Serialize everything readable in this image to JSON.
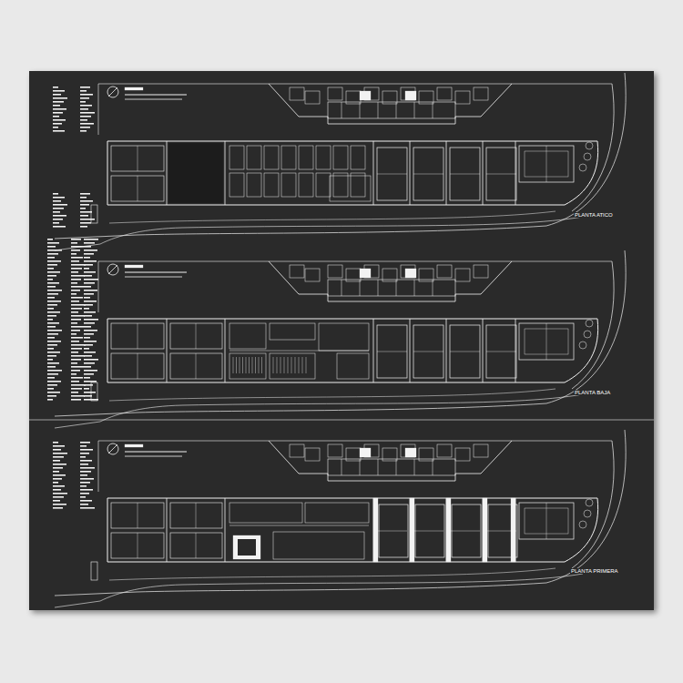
{
  "diagram": {
    "labels": [
      "PLANTA ATICO",
      "PLANTA BAJA",
      "PLANTA PRIMERA"
    ]
  }
}
